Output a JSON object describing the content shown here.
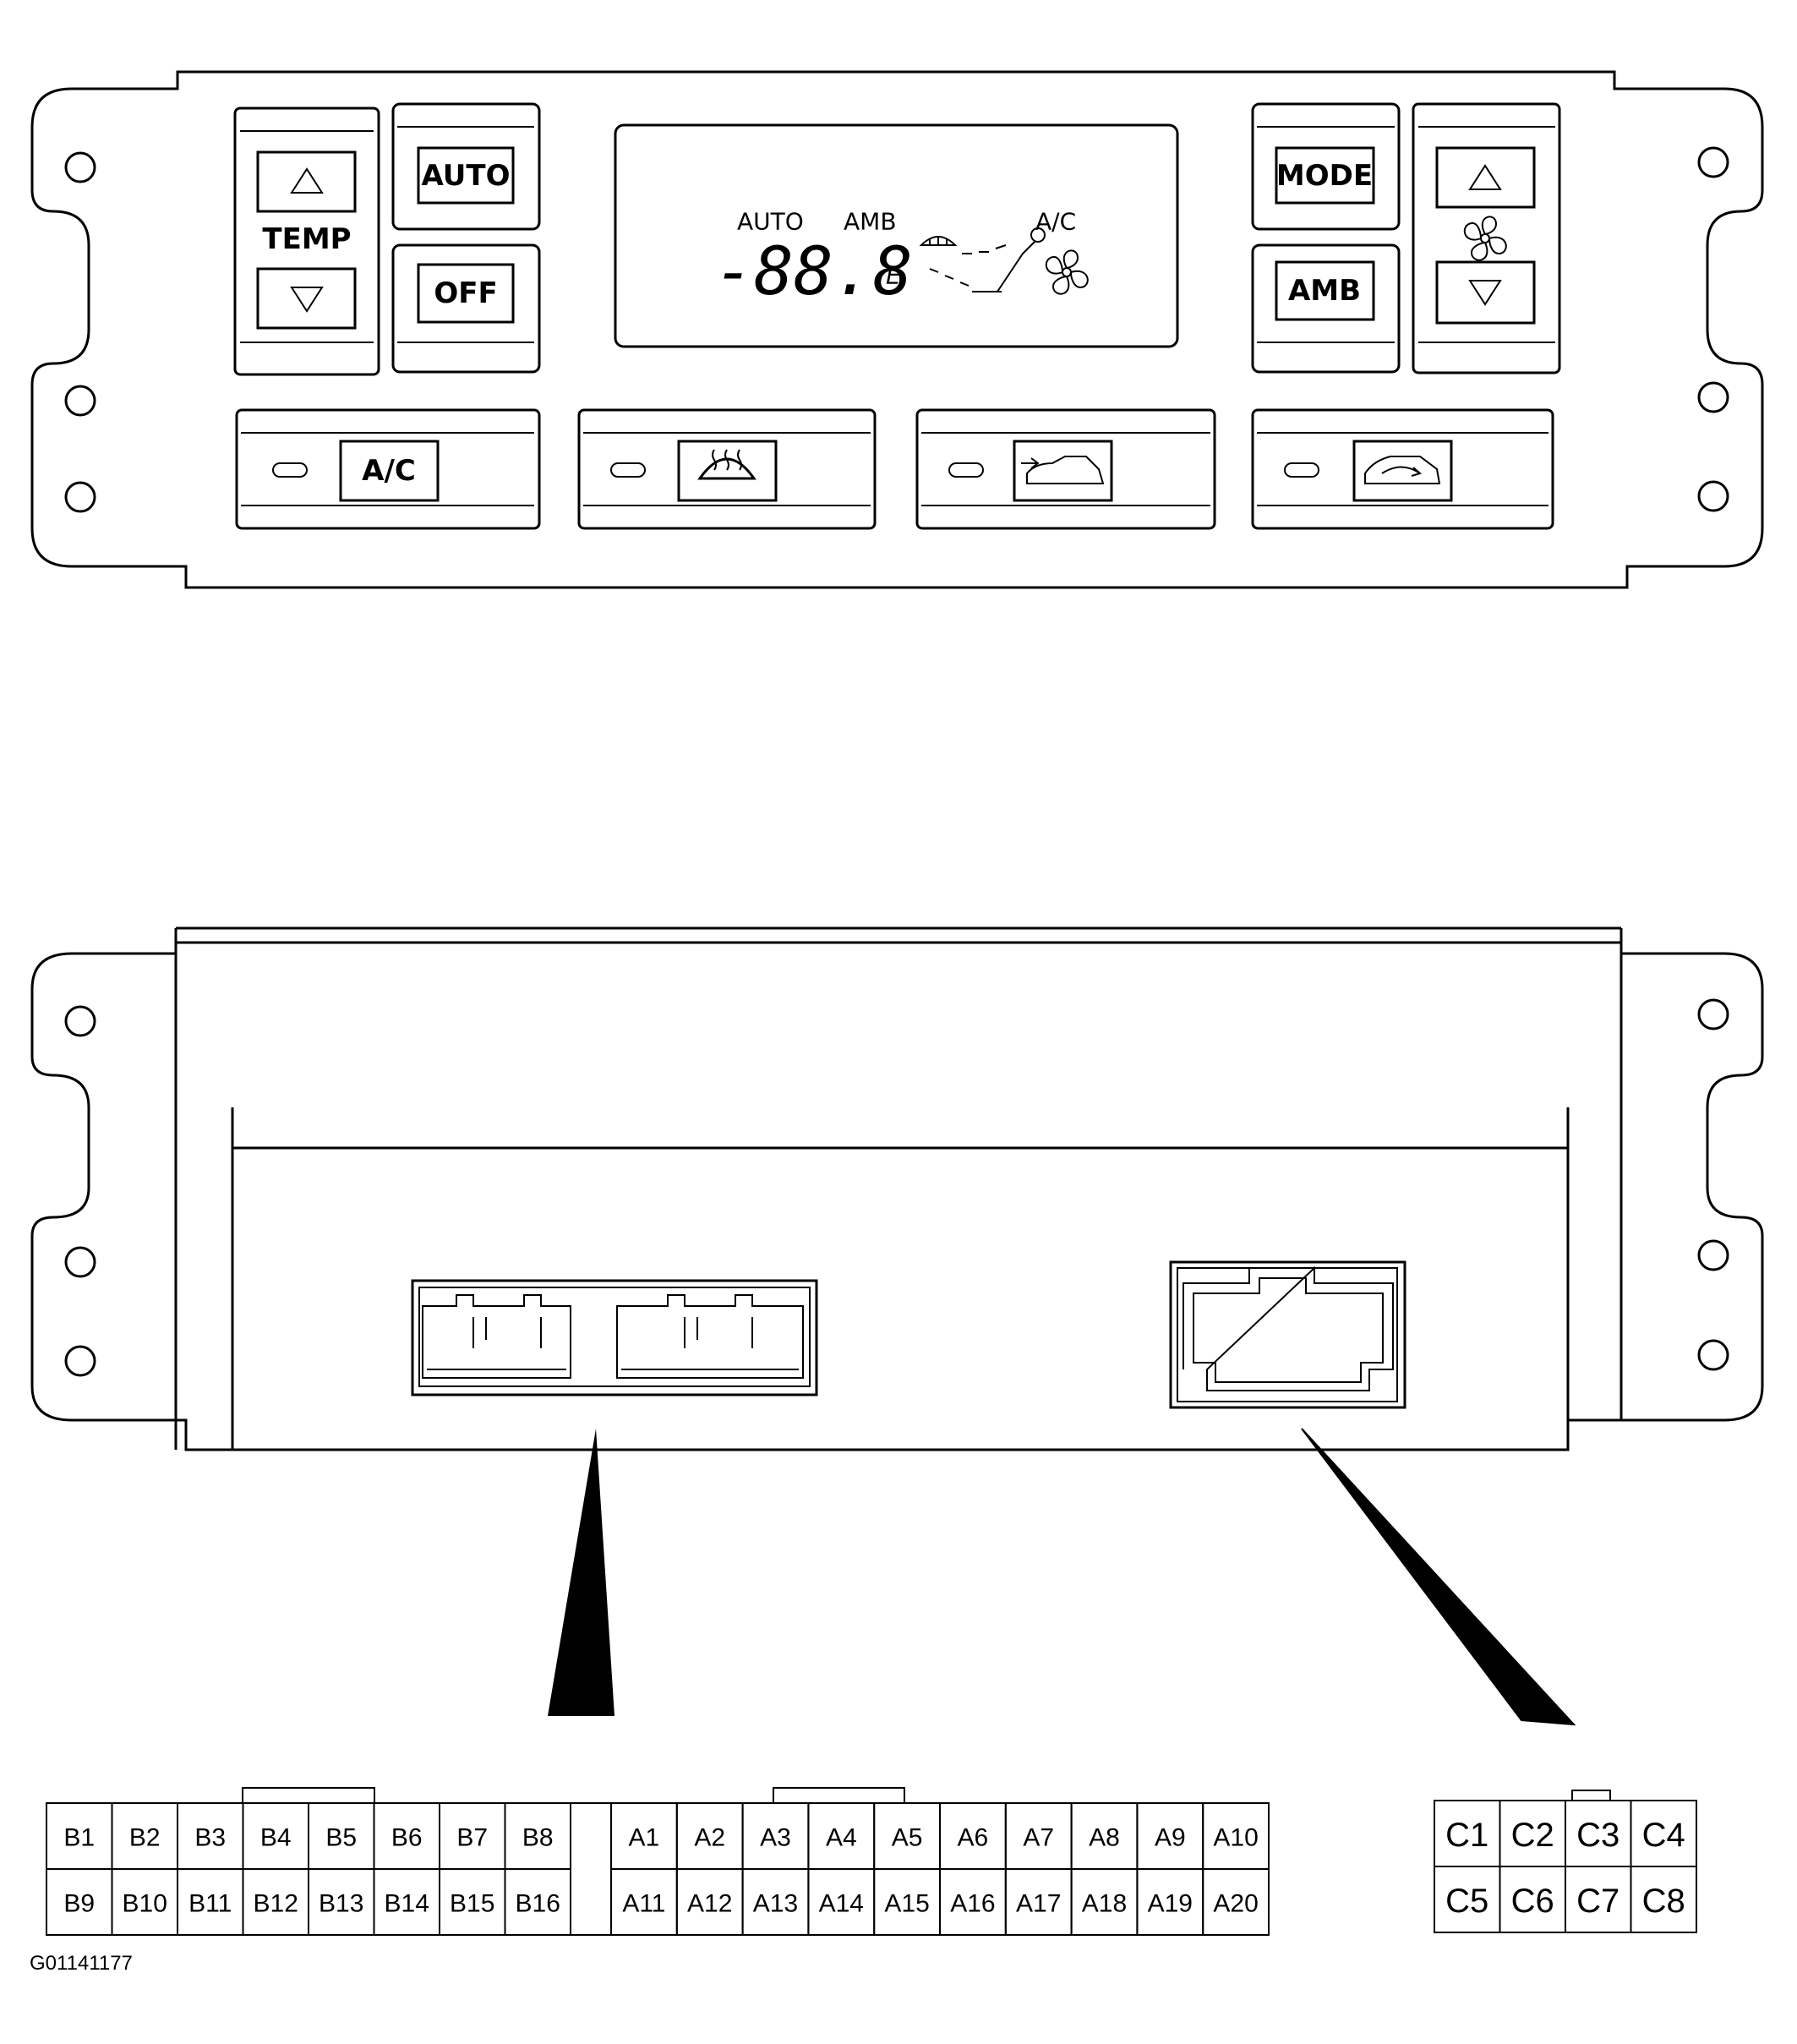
{
  "front_panel": {
    "buttons": {
      "temp_label": "TEMP",
      "auto": "AUTO",
      "off": "OFF",
      "mode": "MODE",
      "amb": "AMB",
      "ac": "A/C"
    },
    "lcd": {
      "auto": "AUTO",
      "amb": "AMB",
      "ac": "A/C",
      "digits": "-88.8",
      "unit": "E"
    }
  },
  "connectors": {
    "b_top": [
      "B1",
      "B2",
      "B3",
      "B4",
      "B5",
      "B6",
      "B7",
      "B8"
    ],
    "b_bottom": [
      "B9",
      "B10",
      "B11",
      "B12",
      "B13",
      "B14",
      "B15",
      "B16"
    ],
    "a_top": [
      "A1",
      "A2",
      "A3",
      "A4",
      "A5",
      "A6",
      "A7",
      "A8",
      "A9",
      "A10"
    ],
    "a_bottom": [
      "A11",
      "A12",
      "A13",
      "A14",
      "A15",
      "A16",
      "A17",
      "A18",
      "A19",
      "A20"
    ],
    "c_top": [
      "C1",
      "C2",
      "C3",
      "C4"
    ],
    "c_bottom": [
      "C5",
      "C6",
      "C7",
      "C8"
    ]
  },
  "figure_id": "G01141177"
}
